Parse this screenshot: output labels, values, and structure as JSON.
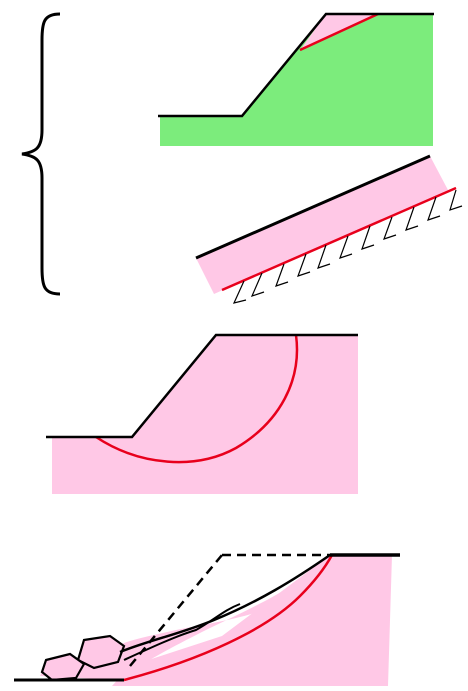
{
  "colors": {
    "slope_fill_green": "#7cec7c",
    "soil_fill_pink": "#ffc8e6",
    "outline": "#000000",
    "failure_surface": "#e8001c",
    "background": "#ffffff"
  },
  "figures": [
    {
      "id": "planar-slide-on-slope",
      "failure_surface": "planar",
      "soil": "green"
    },
    {
      "id": "translational-slide-on-bedrock",
      "failure_surface": "planar",
      "soil": "pink"
    },
    {
      "id": "rotational-slide",
      "failure_surface": "circular",
      "soil": "pink"
    },
    {
      "id": "debris-slide",
      "failure_surface": "curved",
      "soil": "pink",
      "original_profile": "dashed"
    }
  ]
}
